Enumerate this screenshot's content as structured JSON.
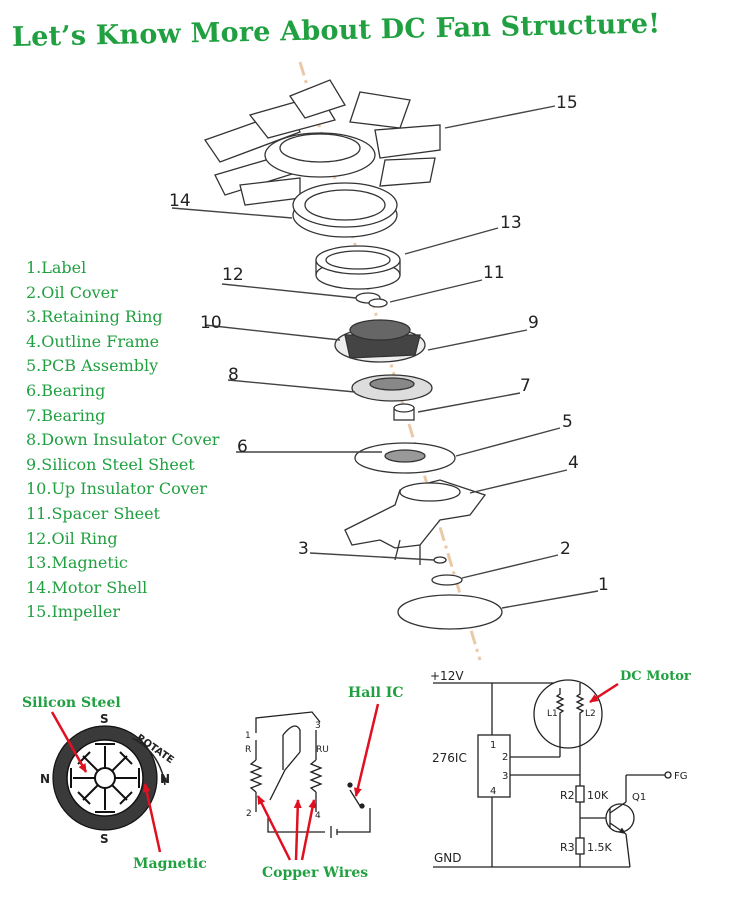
{
  "title": "Let’s Know More About DC Fan Structure!",
  "parts_list": [
    "1.Label",
    "2.Oil Cover",
    "3.Retaining Ring",
    "4.Outline Frame",
    "5.PCB Assembly",
    "6.Bearing",
    "7.Bearing",
    "8.Down Insulator Cover",
    "9.Silicon Steel Sheet",
    "10.Up Insulator Cover",
    "11.Spacer Sheet",
    "12.Oil Ring",
    "13.Magnetic",
    "14.Motor Shell",
    "15.Impeller"
  ],
  "callout_numbers": {
    "n15": "15",
    "n14": "14",
    "n13": "13",
    "n12": "12",
    "n11": "11",
    "n10": "10",
    "n9": "9",
    "n8": "8",
    "n7": "7",
    "n6": "6",
    "n5": "5",
    "n4": "4",
    "n3": "3",
    "n2": "2",
    "n1": "1"
  },
  "rotor_diagram": {
    "silicon_label": "Silicon Steel",
    "magnetic_label": "Magnetic",
    "pole_s_top": "S",
    "pole_s_bottom": "S",
    "pole_n_left": "N",
    "pole_n_right": "N",
    "rotate_label": "ROTATE"
  },
  "hall_diagram": {
    "hall_label": "Hall IC",
    "copper_label": "Copper Wires",
    "pin1": "1",
    "pin2": "2",
    "pin3": "3",
    "pin4": "4",
    "coil_r": "R",
    "coil_ru": "RU"
  },
  "schematic": {
    "supply": "+12V",
    "gnd": "GND",
    "ic_name": "276IC",
    "motor_label": "DC Motor",
    "l1": "L1",
    "l2": "L2",
    "pin1": "1",
    "pin2": "2",
    "pin3": "3",
    "pin4": "4",
    "r2": "R2",
    "r2_val": "10K",
    "r3": "R3",
    "r3_val": "1.5K",
    "q1": "Q1",
    "fg": "FG"
  },
  "colors": {
    "accent_green": "#20a040",
    "arrow_red": "#e01020",
    "line": "#222222"
  }
}
